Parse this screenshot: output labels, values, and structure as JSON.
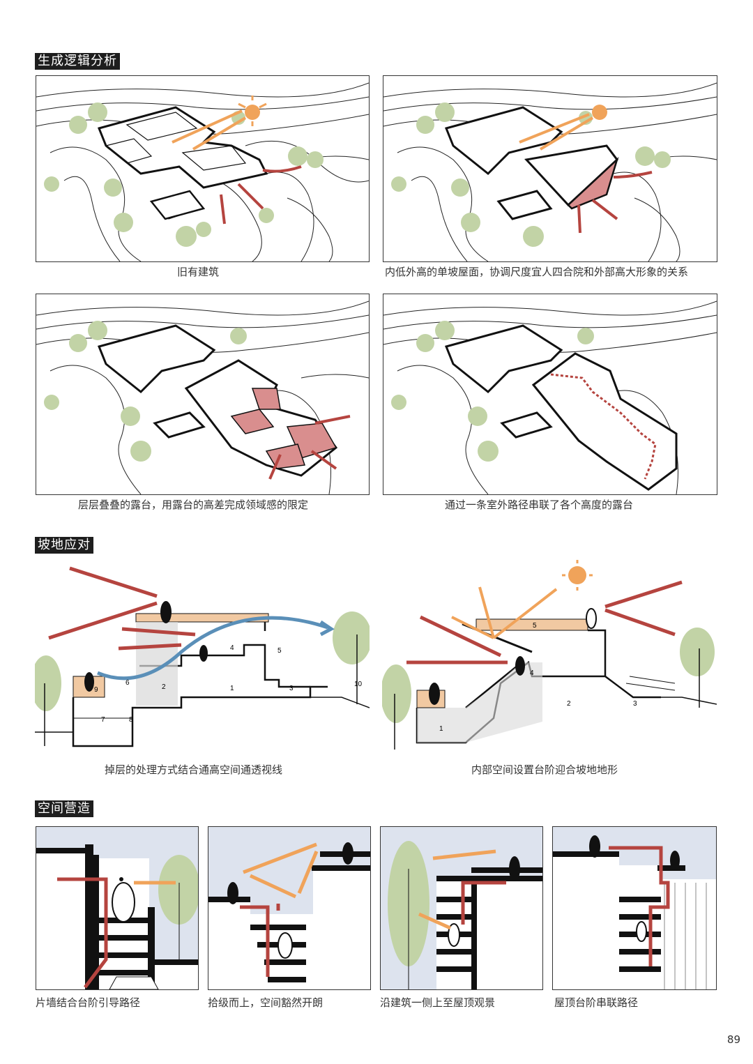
{
  "sections": {
    "logic_title": "生成逻辑分析",
    "slope_title": "坡地应对",
    "space_title": "空间营造"
  },
  "logic_captions": [
    "旧有建筑",
    "内低外高的单坡屋面，协调尺度宜人四合院和外部高大形象的关系",
    "层层叠叠的露台，用露台的高差完成领域感的限定",
    "通过一条室外路径串联了各个高度的露台"
  ],
  "slope_captions": [
    "掉层的处理方式结合通高空间通透视线",
    "内部空间设置台阶迎合坡地地形"
  ],
  "section_labels_left": [
    "1",
    "2",
    "3",
    "4",
    "5",
    "6",
    "7",
    "8",
    "9",
    "10"
  ],
  "section_labels_right": [
    "1",
    "2",
    "3",
    "4",
    "5"
  ],
  "space_captions": [
    "片墙结合台阶引导路径",
    "拾级而上，空间豁然开朗",
    "沿建筑一侧上至屋顶观景",
    "屋顶台阶串联路径"
  ],
  "page_number": "89",
  "colors": {
    "path_red": "#b5443f",
    "sun_orange": "#f0a35a",
    "tree_green": "#c2d3a6",
    "terrace_pink": "#d98e8e",
    "deck_orange": "#f1c9a2",
    "sky_blue": "#dde3ee",
    "sight_blue": "#5a8fb8"
  }
}
